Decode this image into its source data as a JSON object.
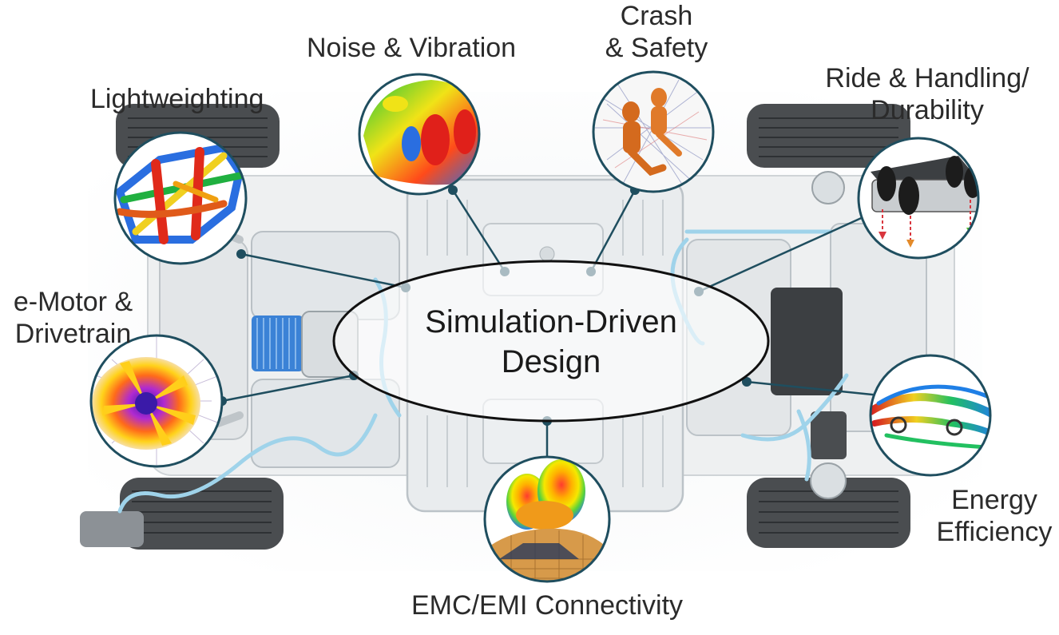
{
  "center": {
    "line1": "Simulation-Driven",
    "line2": "Design"
  },
  "topics": {
    "noise_vibration": {
      "lines": [
        "Noise & Vibration"
      ]
    },
    "crash_safety": {
      "lines": [
        "Crash",
        "& Safety"
      ]
    },
    "lightweighting": {
      "lines": [
        "Lightweighting"
      ]
    },
    "ride_handling": {
      "lines": [
        "Ride & Handling/",
        "Durability"
      ]
    },
    "emotor_drivetrain": {
      "lines": [
        "e-Motor &",
        "Drivetrain"
      ]
    },
    "energy_efficiency": {
      "lines": [
        "Energy",
        "Efficiency"
      ]
    },
    "emc_emi": {
      "lines": [
        "EMC/EMI Connectivity"
      ]
    }
  },
  "colors": {
    "connector": "#1f4e5f",
    "ellipse_stroke": "#111111",
    "chassis_body": "#e9ecee",
    "tire": "#4a4d50",
    "hose": "#9fd3ea",
    "motor": "#3b82d6"
  },
  "icons": {
    "noise_vibration": "vibration-mode-shape-icon",
    "crash_safety": "crash-dummy-icon",
    "lightweighting": "body-topology-icon",
    "ride_handling": "suspension-model-icon",
    "emotor_drivetrain": "motor-flux-icon",
    "energy_efficiency": "aero-flow-icon",
    "emc_emi": "antenna-radiation-icon"
  }
}
